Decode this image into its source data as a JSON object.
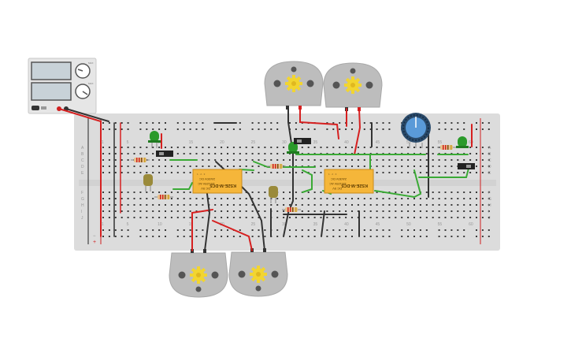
{
  "colors": {
    "board": "#dcdcdc",
    "rail_red": "#d02020",
    "rail_dark": "#222222",
    "hole": "#3a3a3a",
    "relay_body": "#f5b63a",
    "wire_green": "#3aaa35",
    "wire_red": "#d62020",
    "wire_dark": "#333333",
    "motor_body": "#bdbdbd",
    "gear": "#f2d530",
    "led_green": "#2a9a2a",
    "cap_olive": "#9a8a3a",
    "pot_blue": "#3a6fa8",
    "supply_body": "#e6e6e6",
    "supply_screen": "#c8d2d8"
  },
  "breadboard": {
    "column_numbers_top": [
      "1",
      "5",
      "10",
      "15",
      "20",
      "25",
      "30",
      "35",
      "40",
      "45",
      "50",
      "55",
      "60"
    ],
    "column_numbers_bottom": [
      "1",
      "5",
      "10",
      "15",
      "20",
      "25",
      "30",
      "35",
      "40",
      "45",
      "50",
      "55",
      "60"
    ],
    "row_letters_top": [
      "A",
      "B",
      "C",
      "D",
      "E"
    ],
    "row_letters_bottom": [
      "F",
      "G",
      "H",
      "I",
      "J"
    ],
    "rail_minus": "−",
    "rail_plus": "+"
  },
  "relays": [
    {
      "model": "KS2E-M-DC5",
      "line1": "DC 5V",
      "line2": "1A/125V AC",
      "line3": "2A/30V DC"
    },
    {
      "model": "KS2E-M-DC5",
      "line1": "DC 5V",
      "line2": "1A/125V AC",
      "line3": "2A/30V DC"
    }
  ],
  "motors": [
    {
      "name": "motor-top-left"
    },
    {
      "name": "motor-top-right"
    },
    {
      "name": "motor-bottom-left"
    },
    {
      "name": "motor-bottom-right"
    }
  ],
  "power_supply": {
    "knob_labels": [
      "MAX",
      "MAX"
    ]
  },
  "icons": [
    "gear-icon",
    "knob-icon",
    "led-icon",
    "resistor-icon",
    "switch-icon",
    "capacitor-icon",
    "potentiometer-icon"
  ]
}
